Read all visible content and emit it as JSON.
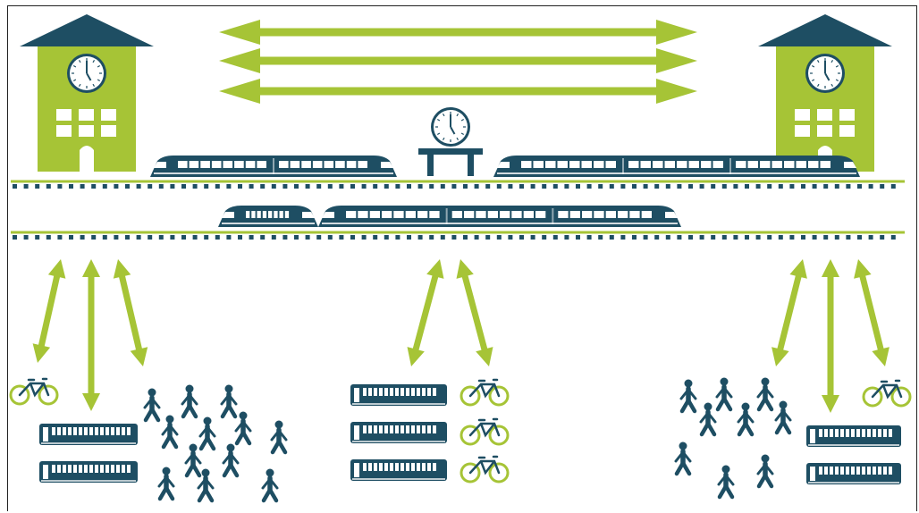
{
  "diagram": {
    "colors": {
      "green": "#A6C436",
      "navy": "#1E4E63",
      "clock_face": "#ffffff",
      "window": "#ffffff"
    },
    "elements": {
      "station_left": "station-building",
      "station_right": "station-building",
      "platform_clock": "clock-icon",
      "horizontal_arrows": "double-arrow",
      "trains": "train-icon",
      "buses": "bus-icon",
      "bicycles": "bicycle-icon",
      "pedestrians": "pedestrian-icon"
    }
  }
}
